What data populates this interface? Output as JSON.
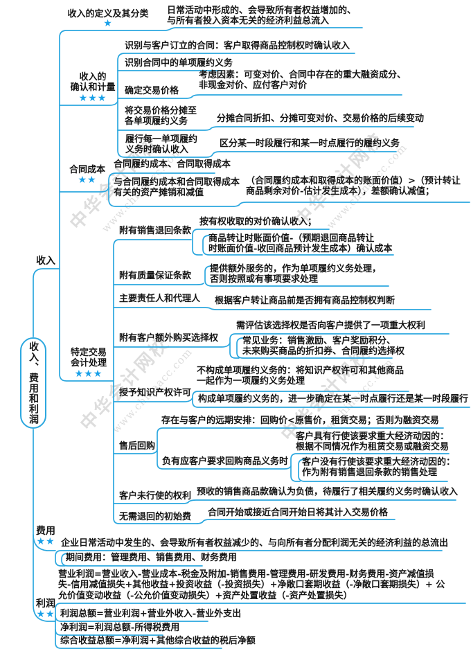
{
  "watermark": {
    "name": "中华会计网校",
    "url": "www.chinaacc.com"
  },
  "colors": {
    "line": "#2ba7df",
    "star": "#18a0e8",
    "text": "#151515",
    "watermark": "#c7c7c7"
  },
  "mindmap": {
    "root": "收入、费用和利润",
    "income": {
      "label": "收入",
      "definition": {
        "label": "收入的定义及其分类",
        "stars": "★",
        "desc": "日常活动中形成的、会导致所有者权益增加的、\n与所有者投入资本无关的经济利益总流入"
      },
      "recognition": {
        "label": "收入的\n确认和计量",
        "stars": "★★★",
        "step1": "识别与客户订立的合同：客户取得商品控制权时确认收入",
        "step2": "识别合同中的单项履约义务",
        "step3": "确定交易价格",
        "step3_note": "考虑因素：可变对价、合同中存在的重大融资成分、\n非现金对价、应付客户对价",
        "step4": "将交易价格分摊至\n各单项履约义务",
        "step4_note": "分摊合同折扣、分摊可变对价、交易价格的后续变动",
        "step5": "履行每一单项履约\n义务时确认收入",
        "step5_note": "区分某一时段履行和某一时点履行的履约义务"
      },
      "contract_cost": {
        "label": "合同成本",
        "stars": "★★",
        "item1": "合同履约成本、合同取得成本",
        "item2": "与合同履约成本和合同取得成本\n有关的资产摊销和减值",
        "item2_note": "（合同履约成本和取得成本的账面价值）>（预计转让\n商品剩余对价-估计发生成本），差额确认减值；"
      },
      "special": {
        "label": "特定交易\n会计处理",
        "stars": "★★★",
        "sales_return": {
          "label": "附有销售退回条款",
          "note1": "按有权收取的对价确认收入；",
          "note2": "商品转让时账面价值-（预期退回商品转让\n时账面价值-收回商品预计发生成本）确认成本"
        },
        "warranty": {
          "label": "附有质量保证条款",
          "note": "提供额外服务的，作为单项履约义务处理，\n否则按照或有事项要求处理"
        },
        "principal_agent": {
          "label": "主要责任人和代理人",
          "note": "根据客户转让商品前是否拥有商品控制权判断"
        },
        "extra_option": {
          "label": "附有客户额外购买选择权",
          "note1": "需评估该选择权是否向客户提供了一项重大权利",
          "note2": "常见业务：销售激励、客户奖励积分、\n未来购买商品的折扣券、合同履约选择权"
        },
        "ip_license": {
          "label": "授予知识产权许可",
          "note1": "不构成单项履约义务的：将知识产权许可和其他商品\n一起作为一项履约义务处理",
          "note2": "构成单项履约义务的，进一步确定在某一时点履行还是某一时段履行"
        },
        "repurchase": {
          "label": "售后回购",
          "note1": "存在与客户的远期安排：回购价<原售价，租赁交易；否则为融资交易",
          "note2": "负有应客户要求回购商品义务时",
          "note2a": "客户具有行使该要求重大经济动因的：\n根据不同情况作为租赁交易或融资交易",
          "note2b": "客户没有行使该要求重大经济动因的：\n作为附有销售退回条款的销售处理"
        },
        "unexercised_rights": {
          "label": "客户未行使的权利",
          "note": "预收的销售商品款确认为负债，待履行了相关履约义务时确认收入"
        },
        "upfront_fee": {
          "label": "无需退回的初始费",
          "note": "合同开始或接近合同开始日将其计入交易价格"
        }
      }
    },
    "expense": {
      "label": "费用",
      "stars": "★★",
      "item1": "企业日常活动中发生的、会导致所有者权益减少的、与向所有者分配利润无关的经济利益的总流出",
      "item2": "期间费用：管理费用、销售费用、财务费用"
    },
    "profit": {
      "label": "利润",
      "stars": "★★",
      "formula1": "营业利润=营业收入-营业成本-税金及附加-销售费用-管理费用-研发费用-财务费用-资产减值损\n失-信用减值损失+其他收益+投资收益（-投资损失）+净敞口套期收益（-净敞口套期损失）+ 公\n允价值变动收益（-公允价值变动损失）+资产处置收益（-资产处置损失）",
      "formula2": "利润总额=营业利润+营业外收入-营业外支出",
      "formula3": "净利润=利润总额-所得税费用",
      "formula4": "综合收益总额=净利润+其他综合收益的税后净额"
    }
  }
}
